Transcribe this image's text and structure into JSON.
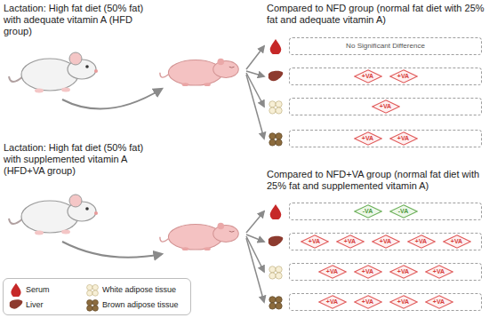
{
  "diagram": {
    "nodes": [
      {
        "text": [
          "No Significant Difference"
        ]
      },
      {
        "text": []
      },
      {
        "text": [
          "+VA"
        ],
        "in": 1
      },
      {
        "text": [
          "+VA"
        ],
        "in": 1
      },
      {
        "text": []
      },
      {
        "text": [
          "+VA"
        ],
        "in": 4
      },
      {
        "text": []
      },
      {
        "text": [
          "+VA"
        ],
        "in": 6
      },
      {
        "text": [
          "+VA"
        ],
        "in": 6
      },
      {
        "text": []
      },
      {
        "text": [
          "-VA"
        ],
        "in": 9
      },
      {
        "text": [
          "-VA"
        ],
        "in": 9
      },
      {
        "text": []
      },
      {
        "text": [
          "+VA"
        ],
        "in": 12
      },
      {
        "text": [
          "+VA"
        ],
        "in": 12
      },
      {
        "text": [
          "+VA"
        ],
        "in": 12
      },
      {
        "text": [
          "+VA"
        ],
        "in": 12
      },
      {
        "text": [
          "+VA"
        ],
        "in": 12
      },
      {
        "text": []
      },
      {
        "text": [
          "+VA"
        ],
        "in": 18
      },
      {
        "text": [
          "+VA"
        ],
        "in": 18
      },
      {
        "text": [
          "+VA"
        ],
        "in": 18
      },
      {
        "text": [
          "+VA"
        ],
        "in": 18
      },
      {
        "text": []
      },
      {
        "text": [
          "+VA"
        ],
        "in": 23
      },
      {
        "text": [
          "+VA"
        ],
        "in": 23
      },
      {
        "text": [
          "+VA"
        ],
        "in": 23
      },
      {
        "text": [
          "+VA"
        ],
        "in": 23
      }
    ],
    "edges": [],
    "labels": [
      "Lactation: High fat diet (50% fat) with adequate vitamin A (HFD group)",
      "Compared to NFD group (normal fat diet with 25% fat and adequate vitamin A)",
      "Lactation: High fat diet (50% fat) with supplemented vitamin A (HFD+VA group)",
      "Compared to NFD+VA group (normal fat diet with 25% fat and supplemented vitamin A)"
    ],
    "legend": [
      {
        "text": "Serum"
      },
      {
        "text": "White adipose tissue"
      },
      {
        "text": "Liver"
      },
      {
        "text": "Brown adipose tissue"
      }
    ]
  }
}
